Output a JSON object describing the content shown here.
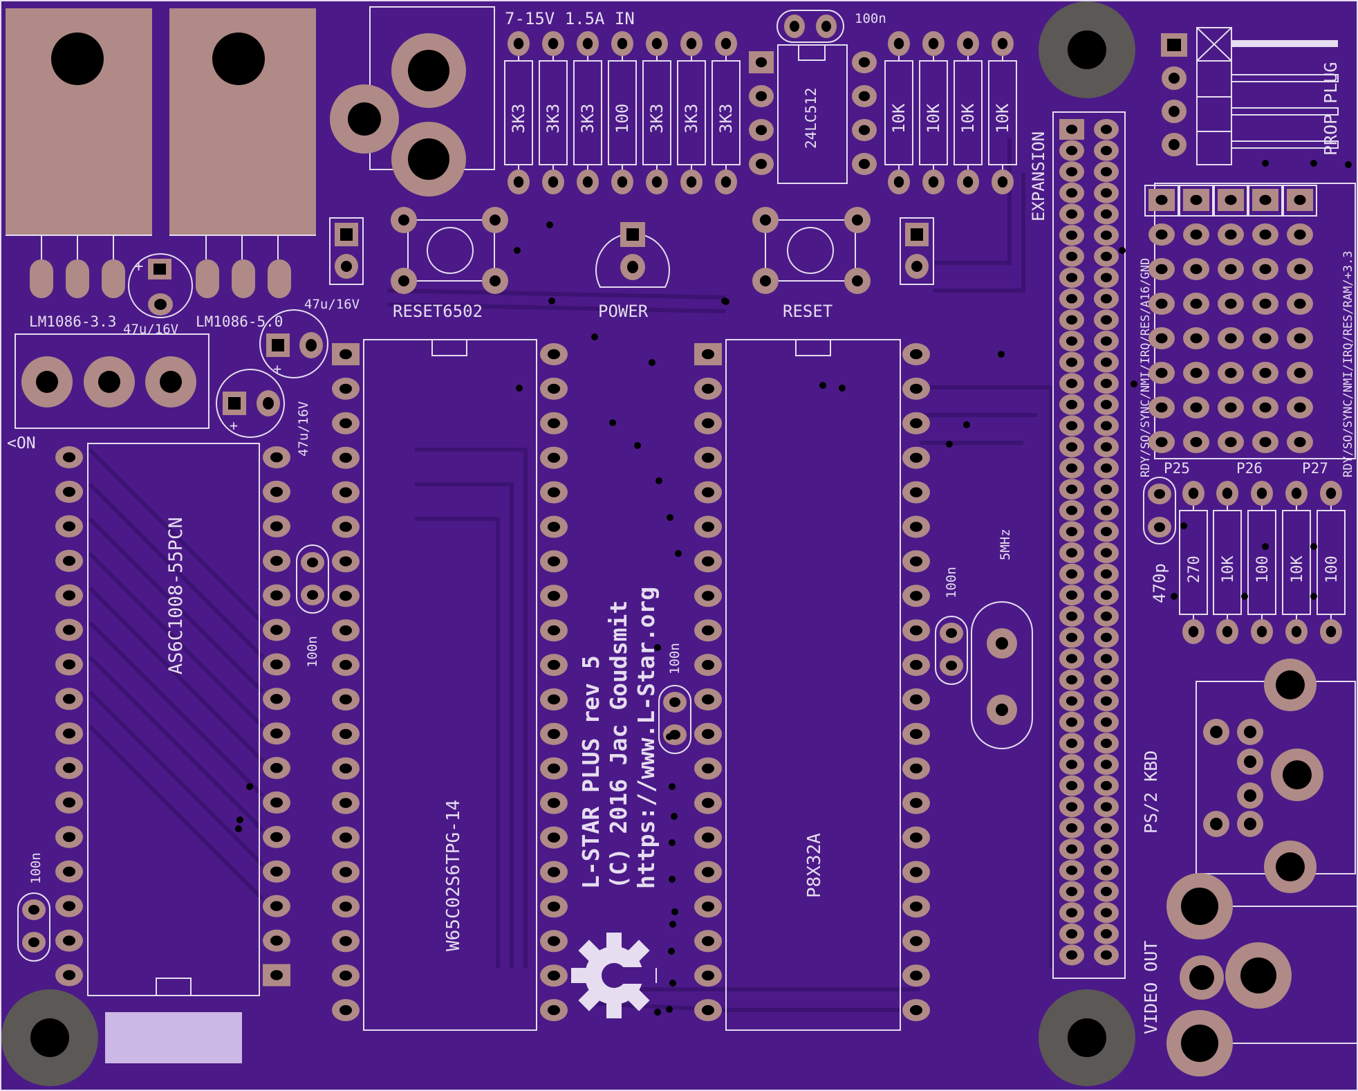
{
  "colors": {
    "board": "#4b1a88",
    "copper_trace": "#3c1273",
    "pad": "#b08a86",
    "silk": "#e6ddf0",
    "hole": "#000000",
    "mount_ring": "#5c5856"
  },
  "board": {
    "power_in_label": "7-15V 1.5A IN",
    "on_label": "<ON",
    "power_label": "POWER",
    "reset6502_label": "RESET6502",
    "reset_label": "RESET",
    "expansion_label": "EXPANSION",
    "prop_plug_label": "PROP PLUG",
    "ps2_label": "PS/2 KBD",
    "video_label": "VIDEO OUT",
    "credit_line1": "L-STAR PLUS rev 5",
    "credit_line2": "(C) 2016 Jac Goudsmit",
    "credit_line3": "https://www.L-Star.org",
    "hdr_left_label": "RDY/SO/SYNC/NMI/IRQ/RES/A16/GND",
    "hdr_right_label": "RDY/SO/SYNC/NMI/IRQ/RES/RAM/+3.3",
    "p25": "P25",
    "p26": "P26",
    "p27": "P27",
    "cap_470p": "470p"
  },
  "regulators": [
    "LM1086-3.3",
    "LM1086-5.0"
  ],
  "capacitors": {
    "elec_top": "47u/16V",
    "elec_left": "47u/16V",
    "elec_mid": "47u/16V",
    "c_top": "100n",
    "c_sram": "100n",
    "c_left": "100n",
    "c_cpu": "100n",
    "c_prop": "100n"
  },
  "resistors_top": [
    "3K3",
    "3K3",
    "3K3",
    "100",
    "3K3",
    "3K3",
    "3K3"
  ],
  "resistors_right": [
    "10K",
    "10K",
    "10K",
    "10K"
  ],
  "resistors_bottom": [
    "270",
    "10K",
    "100",
    "10K",
    "100"
  ],
  "chips": {
    "eeprom": "24LC512",
    "sram": "AS6C1008-55PCN",
    "cpu": "W65C02S6TPG-14",
    "prop": "P8X32A"
  },
  "crystal": "5MHz"
}
